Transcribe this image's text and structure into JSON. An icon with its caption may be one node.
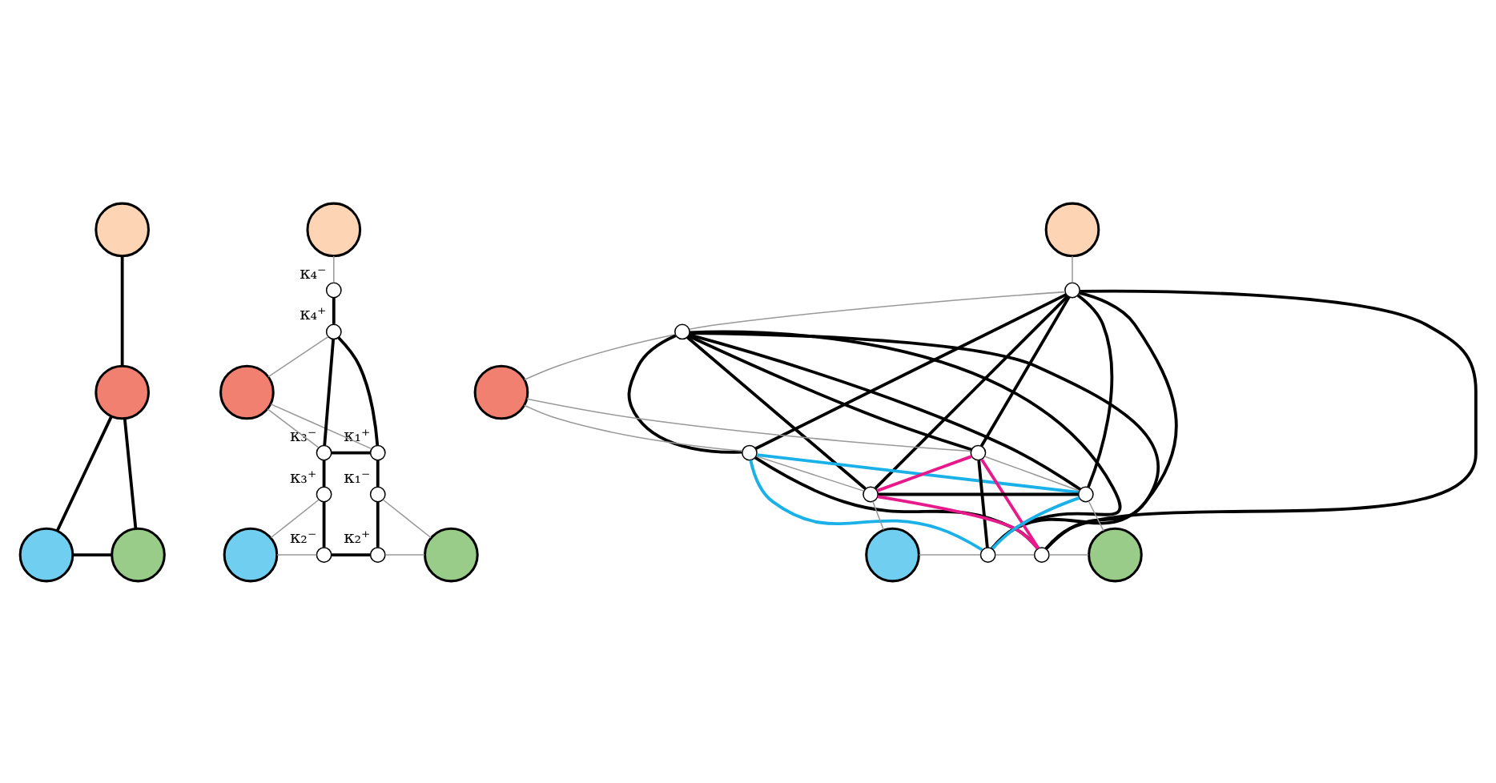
{
  "diagram": {
    "nodes": [
      {
        "text": [],
        "shape": "circle"
      },
      {
        "text": [],
        "shape": "circle"
      },
      {
        "text": [],
        "shape": "circle"
      },
      {
        "text": [],
        "shape": "circle"
      },
      {
        "text": [],
        "shape": "circle"
      },
      {
        "text": [],
        "shape": "circle"
      },
      {
        "text": [],
        "shape": "circle"
      },
      {
        "text": [],
        "shape": "circle"
      },
      {
        "text": [],
        "shape": "circle",
        "beside": [
          "κ₄⁻"
        ]
      },
      {
        "text": [],
        "shape": "circle",
        "beside": [
          "κ₄⁺"
        ]
      },
      {
        "text": [],
        "shape": "circle",
        "beside": [
          "κ₃⁻"
        ]
      },
      {
        "text": [],
        "shape": "circle",
        "beside": [
          "κ₁⁺"
        ]
      },
      {
        "text": [],
        "shape": "circle",
        "beside": [
          "κ₃⁺"
        ]
      },
      {
        "text": [],
        "shape": "circle",
        "beside": [
          "κ₁⁻"
        ]
      },
      {
        "text": [],
        "shape": "circle",
        "beside": [
          "κ₂⁻"
        ]
      },
      {
        "text": [],
        "shape": "circle",
        "beside": [
          "κ₂⁺"
        ]
      },
      {
        "text": [],
        "shape": "circle"
      },
      {
        "text": [],
        "shape": "circle"
      },
      {
        "text": [],
        "shape": "circle"
      },
      {
        "text": [],
        "shape": "circle"
      },
      {
        "text": [],
        "shape": "circle"
      },
      {
        "text": [],
        "shape": "circle"
      },
      {
        "text": [],
        "shape": "circle"
      },
      {
        "text": [],
        "shape": "circle"
      },
      {
        "text": [],
        "shape": "circle"
      },
      {
        "text": [],
        "shape": "circle"
      },
      {
        "text": [],
        "shape": "circle"
      },
      {
        "text": [],
        "shape": "circle"
      }
    ],
    "edges": [
      {
        "from": 0,
        "to": 1,
        "arrow": "none"
      },
      {
        "from": 1,
        "to": 2,
        "arrow": "none"
      },
      {
        "from": 1,
        "to": 3,
        "arrow": "none"
      },
      {
        "from": 2,
        "to": 3,
        "arrow": "none"
      },
      {
        "from": 4,
        "to": 8,
        "arrow": "none",
        "color": "#999999"
      },
      {
        "from": 8,
        "to": 9,
        "arrow": "none"
      },
      {
        "from": 9,
        "to": 5,
        "arrow": "none",
        "color": "#999999"
      },
      {
        "from": 9,
        "to": 10,
        "arrow": "none"
      },
      {
        "from": 9,
        "to": 11,
        "arrow": "none"
      },
      {
        "from": 5,
        "to": 10,
        "arrow": "none",
        "color": "#999999"
      },
      {
        "from": 5,
        "to": 11,
        "arrow": "none",
        "color": "#999999"
      },
      {
        "from": 10,
        "to": 11,
        "arrow": "none"
      },
      {
        "from": 10,
        "to": 12,
        "arrow": "none"
      },
      {
        "from": 11,
        "to": 13,
        "arrow": "none"
      },
      {
        "from": 12,
        "to": 6,
        "arrow": "none",
        "color": "#999999"
      },
      {
        "from": 13,
        "to": 7,
        "arrow": "none",
        "color": "#999999"
      },
      {
        "from": 12,
        "to": 14,
        "arrow": "none"
      },
      {
        "from": 13,
        "to": 15,
        "arrow": "none"
      },
      {
        "from": 6,
        "to": 14,
        "arrow": "none",
        "color": "#999999"
      },
      {
        "from": 14,
        "to": 15,
        "arrow": "none"
      },
      {
        "from": 15,
        "to": 7,
        "arrow": "none",
        "color": "#999999"
      },
      {
        "from": 16,
        "to": 17,
        "arrow": "none",
        "color": "#999999"
      },
      {
        "from": 17,
        "to": 18,
        "arrow": "none",
        "color": "#999999"
      },
      {
        "from": 18,
        "to": 19,
        "arrow": "none",
        "color": "#999999"
      },
      {
        "from": 17,
        "to": 20,
        "arrow": "none"
      },
      {
        "from": 17,
        "to": 21,
        "arrow": "none"
      },
      {
        "from": 17,
        "to": 22,
        "arrow": "none"
      },
      {
        "from": 17,
        "to": 23,
        "arrow": "none"
      },
      {
        "from": 17,
        "to": 24,
        "arrow": "none"
      },
      {
        "from": 17,
        "to": 25,
        "arrow": "none"
      },
      {
        "from": 18,
        "to": 20,
        "arrow": "none"
      },
      {
        "from": 18,
        "to": 21,
        "arrow": "none"
      },
      {
        "from": 18,
        "to": 22,
        "arrow": "none"
      },
      {
        "from": 18,
        "to": 23,
        "arrow": "none"
      },
      {
        "from": 18,
        "to": 24,
        "arrow": "none"
      },
      {
        "from": 18,
        "to": 25,
        "arrow": "none"
      },
      {
        "from": 19,
        "to": 20,
        "arrow": "none",
        "color": "#999999"
      },
      {
        "from": 19,
        "to": 21,
        "arrow": "none",
        "color": "#999999"
      },
      {
        "from": 20,
        "to": 22,
        "arrow": "none",
        "color": "#999999"
      },
      {
        "from": 21,
        "to": 23,
        "arrow": "none",
        "color": "#999999"
      },
      {
        "from": 20,
        "to": 23,
        "arrow": "none",
        "color": "#1ab0e8"
      },
      {
        "from": 20,
        "to": 24,
        "arrow": "none",
        "color": "#1ab0e8"
      },
      {
        "from": 23,
        "to": 24,
        "arrow": "none",
        "color": "#1ab0e8"
      },
      {
        "from": 22,
        "to": 21,
        "arrow": "none",
        "color": "#e8198a"
      },
      {
        "from": 21,
        "to": 25,
        "arrow": "none",
        "color": "#e8198a"
      },
      {
        "from": 22,
        "to": 25,
        "arrow": "none",
        "color": "#e8198a"
      },
      {
        "from": 22,
        "to": 23,
        "arrow": "none"
      },
      {
        "from": 20,
        "to": 25,
        "arrow": "none"
      },
      {
        "from": 21,
        "to": 24,
        "arrow": "none"
      },
      {
        "from": 22,
        "to": 26,
        "arrow": "none",
        "color": "#999999"
      },
      {
        "from": 26,
        "to": 24,
        "arrow": "none",
        "color": "#999999"
      },
      {
        "from": 24,
        "to": 25,
        "arrow": "none",
        "color": "#999999"
      },
      {
        "from": 25,
        "to": 27,
        "arrow": "none",
        "color": "#999999"
      },
      {
        "from": 23,
        "to": 27,
        "arrow": "none",
        "color": "#999999"
      }
    ]
  }
}
